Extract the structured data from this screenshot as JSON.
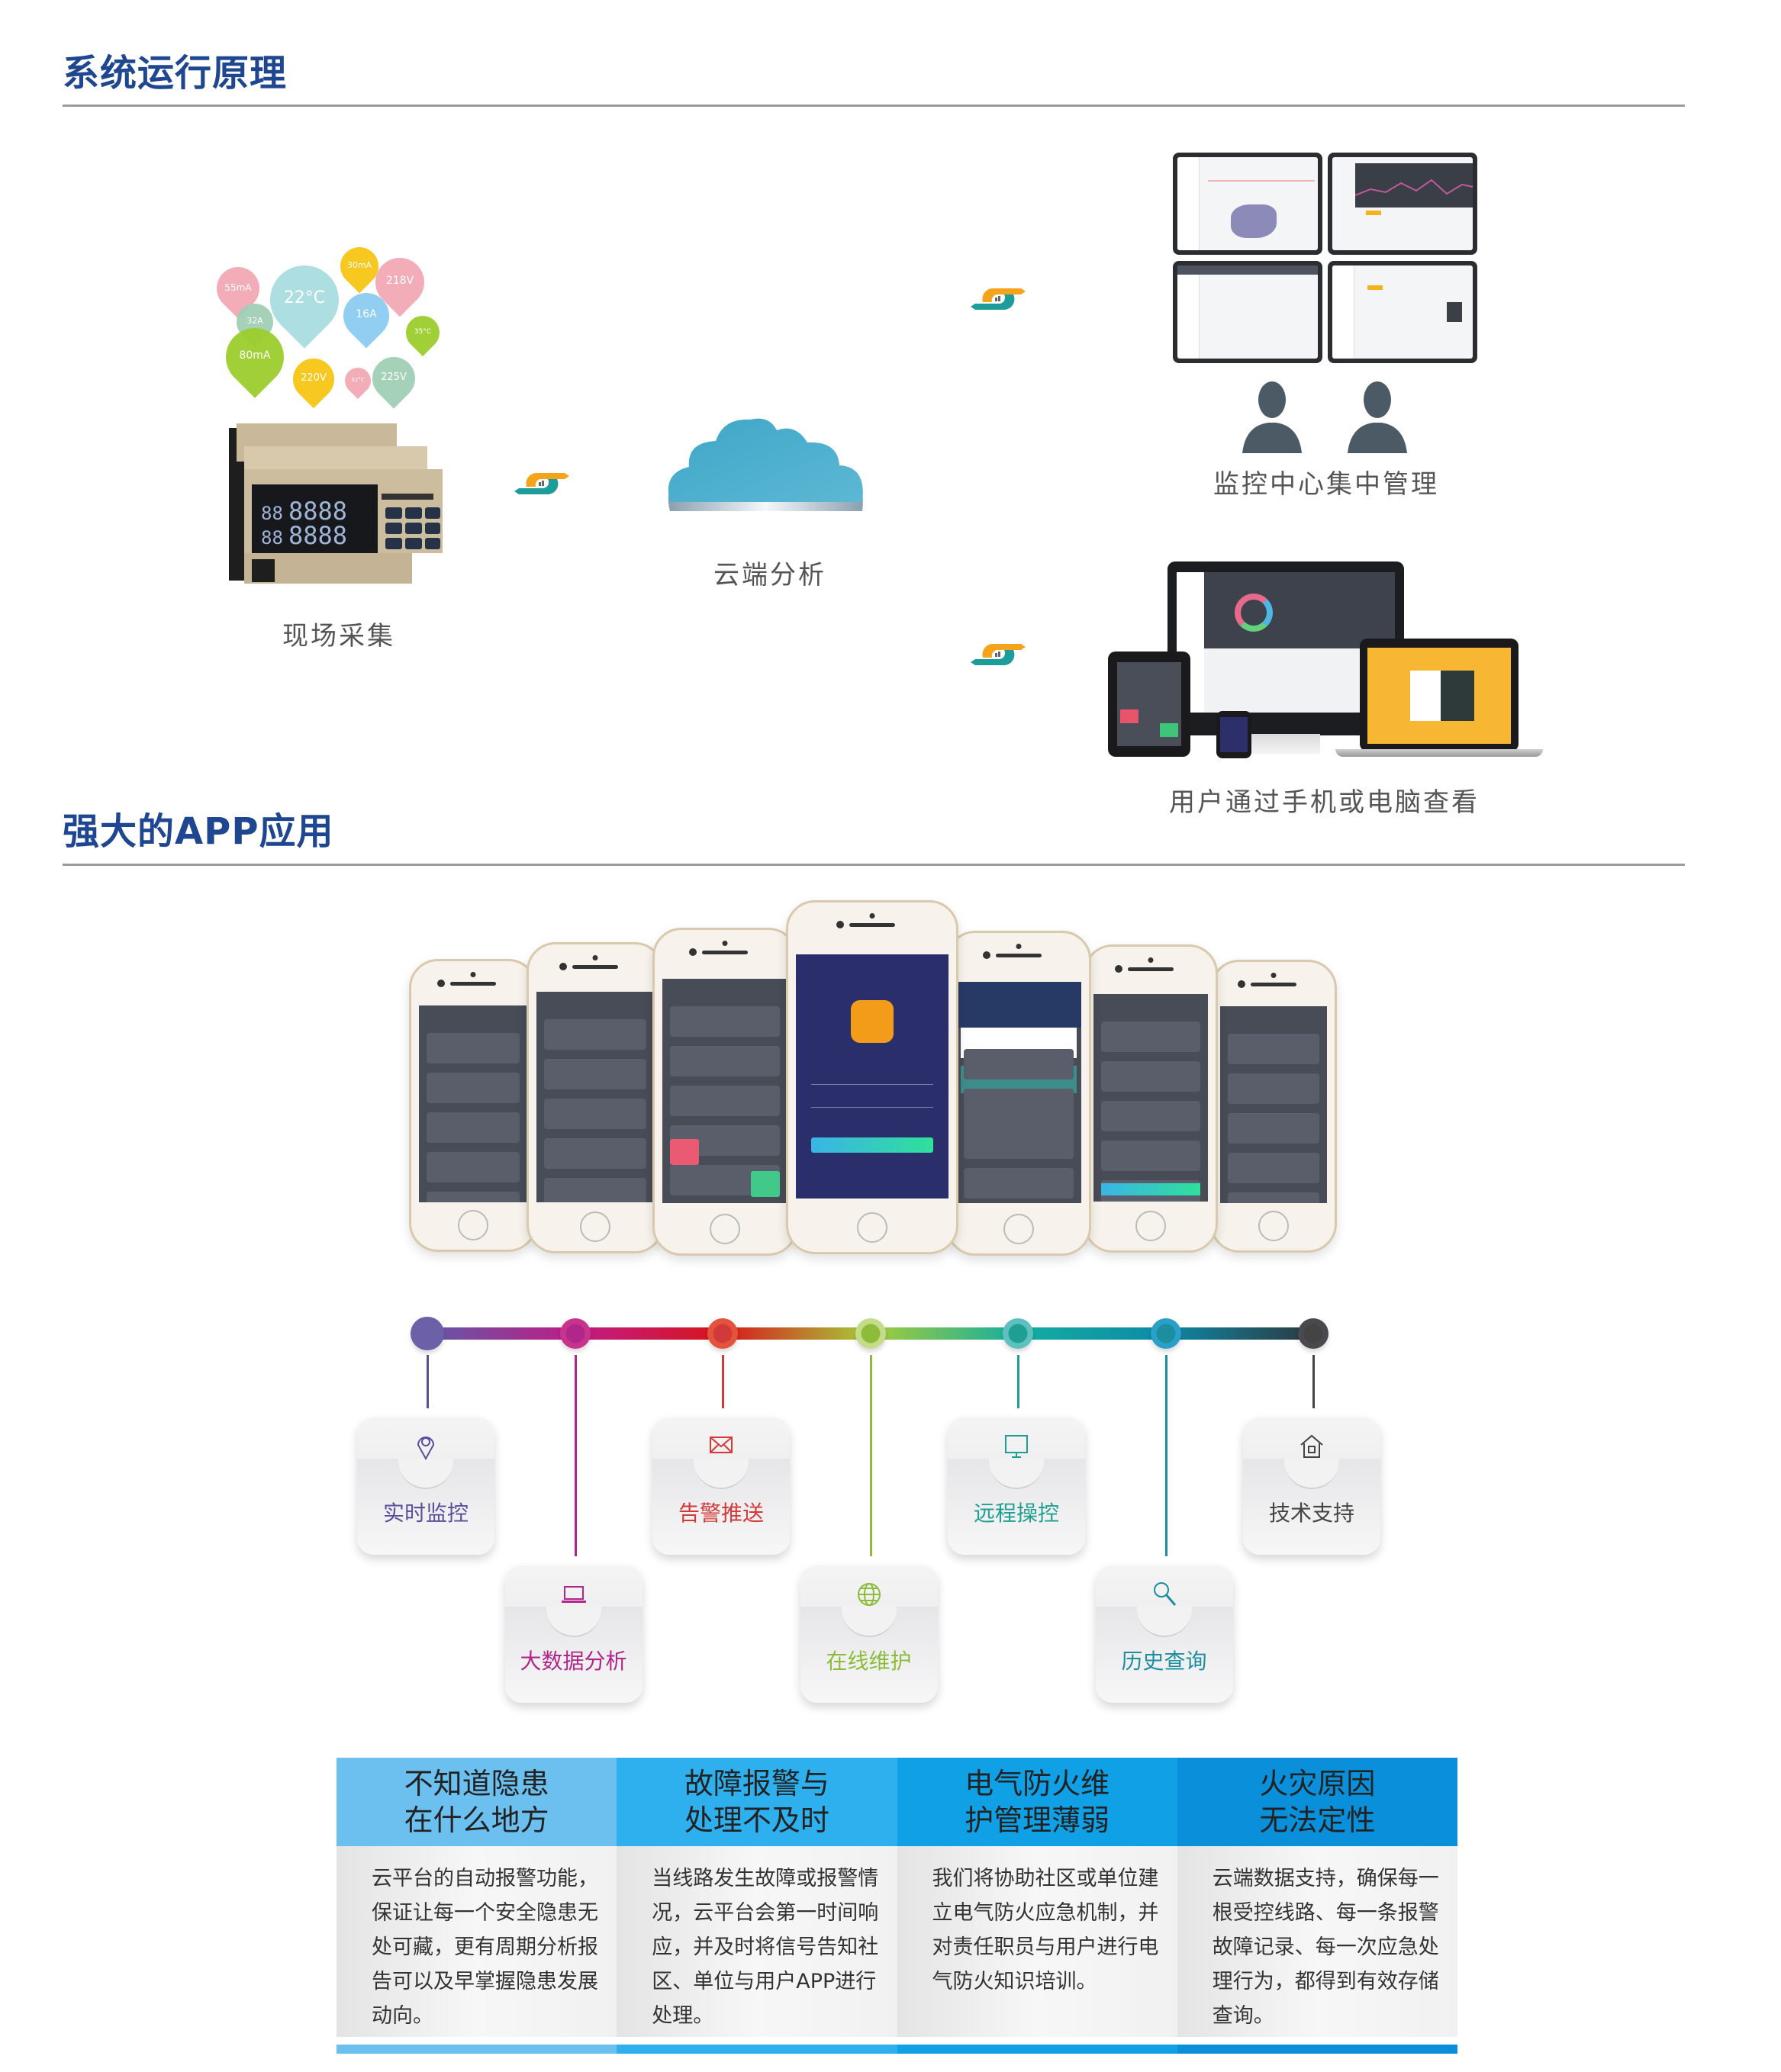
{
  "sections": {
    "principle_title": "系统运行原理",
    "app_title": "强大的APP应用"
  },
  "diagram": {
    "field_collection": {
      "caption": "现场采集",
      "balloons": [
        {
          "label": "55mA",
          "color": "#f2a9b4"
        },
        {
          "label": "22°C",
          "color": "#a9dde0"
        },
        {
          "label": "30mA",
          "color": "#f7c514"
        },
        {
          "label": "218V",
          "color": "#f2a9b4"
        },
        {
          "label": "32A",
          "color": "#9fcfb4"
        },
        {
          "label": "16A",
          "color": "#8ccbf0"
        },
        {
          "label": "35°C",
          "color": "#9ccc2c"
        },
        {
          "label": "80mA",
          "color": "#9ccc2c"
        },
        {
          "label": "220V",
          "color": "#f7c514"
        },
        {
          "label": "32°C",
          "color": "#f2a9b4"
        },
        {
          "label": "225V",
          "color": "#9fcfb4"
        }
      ],
      "device_display": [
        "88",
        "8888",
        "88",
        "8888"
      ]
    },
    "cloud": {
      "caption": "云端分析",
      "color": "#4aa8cc"
    },
    "monitor_center": {
      "caption": "监控中心集中管理"
    },
    "user_devices": {
      "caption": "用户通过手机或电脑查看"
    },
    "sync_icon_colors": {
      "orange": "#f5a31a",
      "teal": "#1d9c9c"
    }
  },
  "app": {
    "features": [
      {
        "label": "实时监控",
        "icon": "location-pin-icon",
        "color": "#5a4f9a",
        "node": "#6c61a8"
      },
      {
        "label": "大数据分析",
        "icon": "laptop-icon",
        "color": "#b0268a",
        "node": "#c8348c"
      },
      {
        "label": "告警推送",
        "icon": "mail-icon",
        "color": "#d23a3a",
        "node": "#e4543c"
      },
      {
        "label": "在线维护",
        "icon": "globe-icon",
        "color": "#8cbc3a",
        "node": "#c5dc8a"
      },
      {
        "label": "远程操控",
        "icon": "monitor-icon",
        "color": "#1f9e92",
        "node": "#5fc0c0"
      },
      {
        "label": "历史查询",
        "icon": "search-icon",
        "color": "#1d8ea0",
        "node": "#2aa0c8"
      },
      {
        "label": "技术支持",
        "icon": "house-icon",
        "color": "#444444",
        "node": "#4a4a4e"
      }
    ]
  },
  "problems": [
    {
      "title": "不知道隐患\n在什么地方",
      "body": "云平台的自动报警功能，保证让每一个安全隐患无处可藏，更有周期分析报告可以及早掌握隐患发展动向。",
      "color": "#6cc0f0"
    },
    {
      "title": "故障报警与\n处理不及时",
      "body": "当线路发生故障或报警情况，云平台会第一时间响应，并及时将信号告知社区、单位与用户APP进行处理。",
      "color": "#2fb0ee"
    },
    {
      "title": "电气防火维\n护管理薄弱",
      "body": "我们将协助社区或单位建立电气防火应急机制，并对责任职员与用户进行电气防火知识培训。",
      "color": "#0fa0e6"
    },
    {
      "title": "火灾原因\n无法定性",
      "body": "云端数据支持，确保每一根受控线路、每一条报警故障记录、每一次应急处理行为，都得到有效存储查询。",
      "color": "#0a90da"
    }
  ]
}
